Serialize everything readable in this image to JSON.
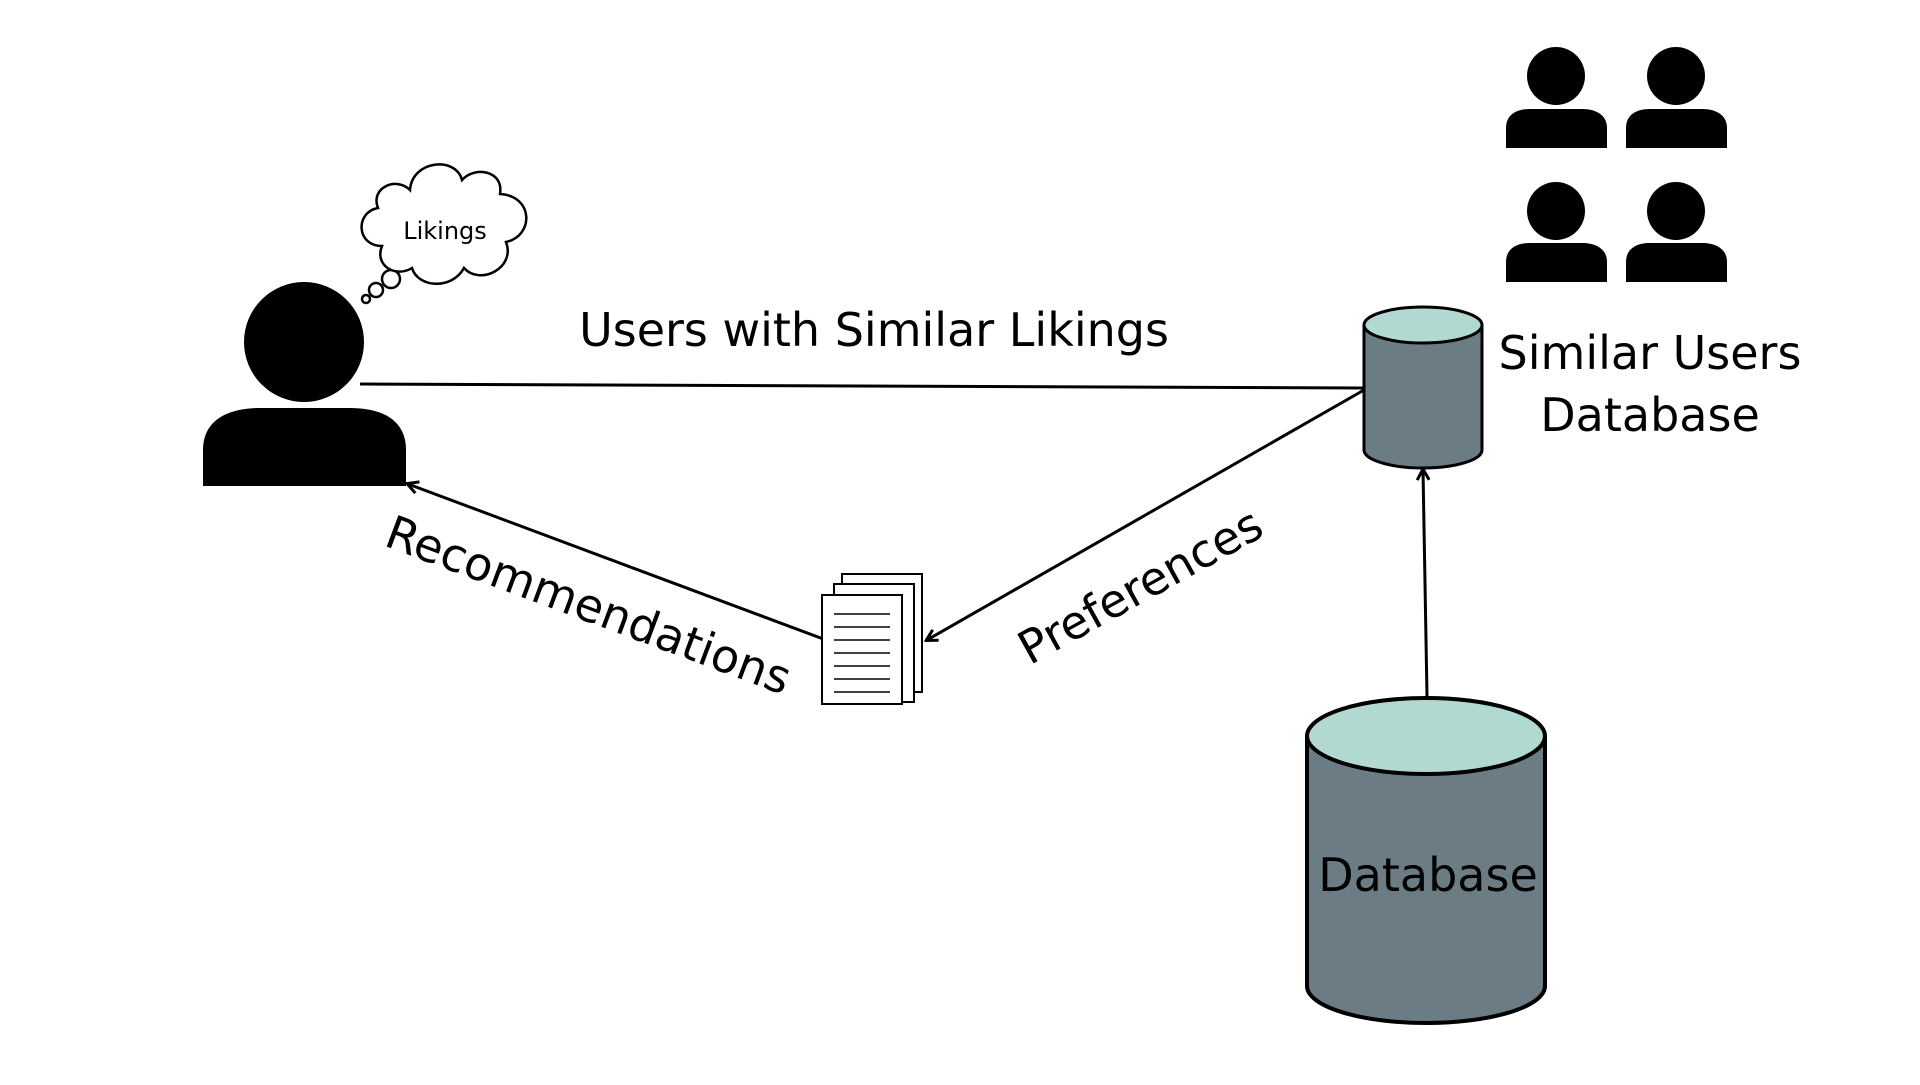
{
  "thought_bubble": {
    "label": "Likings"
  },
  "edges": {
    "similar_likings": "Users with Similar Likings",
    "recommendations": "Recommendations",
    "preferences": "Preferences"
  },
  "similar_users_db": {
    "line1": "Similar Users",
    "line2": "Database"
  },
  "main_db": {
    "label": "Database"
  },
  "colors": {
    "cylinder_body": "#6b7c84",
    "cylinder_top": "#b2d8d2",
    "stroke": "#000000",
    "person": "#000000"
  }
}
